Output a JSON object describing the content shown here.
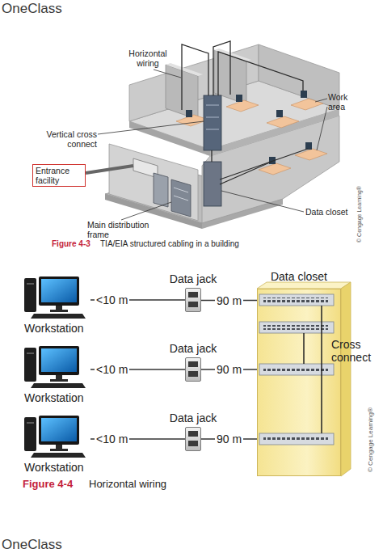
{
  "diagram": {
    "nodes": [
      {
        "text": [
          "Entrance facility"
        ]
      },
      {
        "text": [
          "Workstation"
        ]
      },
      {
        "text": [
          "Data jack"
        ]
      },
      {
        "text": [
          "Data closet"
        ]
      },
      {
        "text": [
          "Workstation"
        ]
      },
      {
        "text": [
          "Data jack"
        ]
      },
      {
        "text": [
          "Workstation"
        ]
      },
      {
        "text": [
          "Data jack"
        ]
      }
    ],
    "edges": [
      {
        "from": 1,
        "to": 2,
        "arrow": "none",
        "label": "<10 m"
      },
      {
        "from": 2,
        "to": 3,
        "arrow": "none",
        "label": "90 m"
      },
      {
        "from": 4,
        "to": 5,
        "arrow": "none",
        "label": "<10 m"
      },
      {
        "from": 5,
        "to": 3,
        "arrow": "none",
        "label": "90 m"
      },
      {
        "from": 6,
        "to": 7,
        "arrow": "none",
        "label": "<10 m"
      },
      {
        "from": 7,
        "to": 3,
        "arrow": "none",
        "label": "90 m"
      }
    ],
    "labels": [
      "OneClass",
      "Horizontal wiring",
      "Work area",
      "Vertical cross connect",
      "Data closet",
      "Main distribution frame",
      "Figure 4-3",
      "TIA/EIA structured cabling in a building",
      "© Cengage Learning®",
      "Cross connect",
      "Figure 4-4",
      "Horizontal wiring",
      "© Cengage Learning®",
      "OneClass"
    ]
  }
}
